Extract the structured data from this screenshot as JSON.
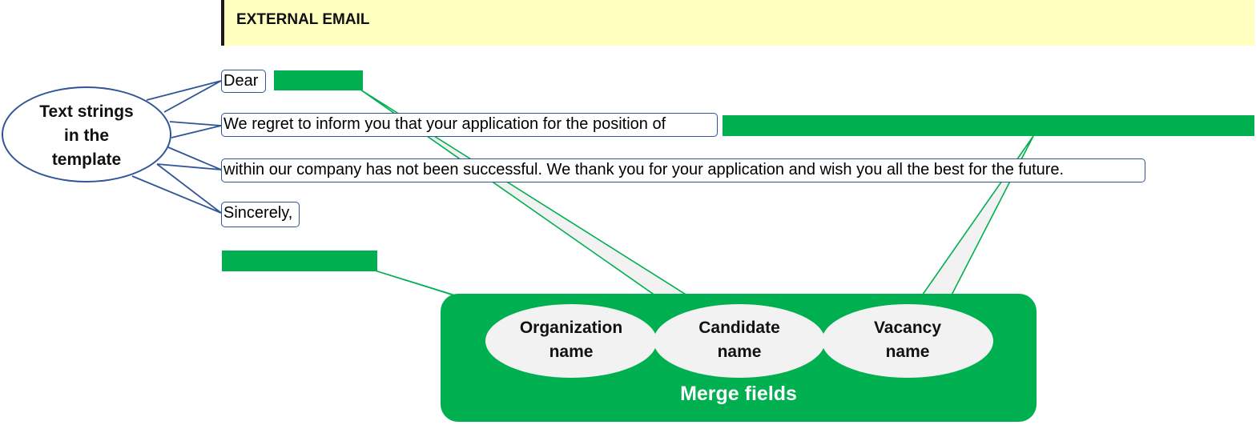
{
  "banner": {
    "text": "EXTERNAL EMAIL"
  },
  "template_lines": {
    "greeting": "Dear",
    "line1": "We regret to inform you that your application for the position of",
    "line2": " within our company has not been successful.  We thank you for your application and wish you all the best for the future.",
    "closing": "Sincerely,"
  },
  "text_strings_callout": {
    "line1": "Text strings",
    "line2": "in the",
    "line3": "template"
  },
  "merge_fields": {
    "title": "Merge fields",
    "organization": {
      "line1": "Organization",
      "line2": "name"
    },
    "candidate": {
      "line1": "Candidate",
      "line2": "name"
    },
    "vacancy": {
      "line1": "Vacancy",
      "line2": "name"
    }
  },
  "colors": {
    "merge_green": "#00b050",
    "text_box_border": "#2f5597",
    "banner_yellow": "#ffffc0",
    "bubble_grey": "#f2f2f2"
  }
}
